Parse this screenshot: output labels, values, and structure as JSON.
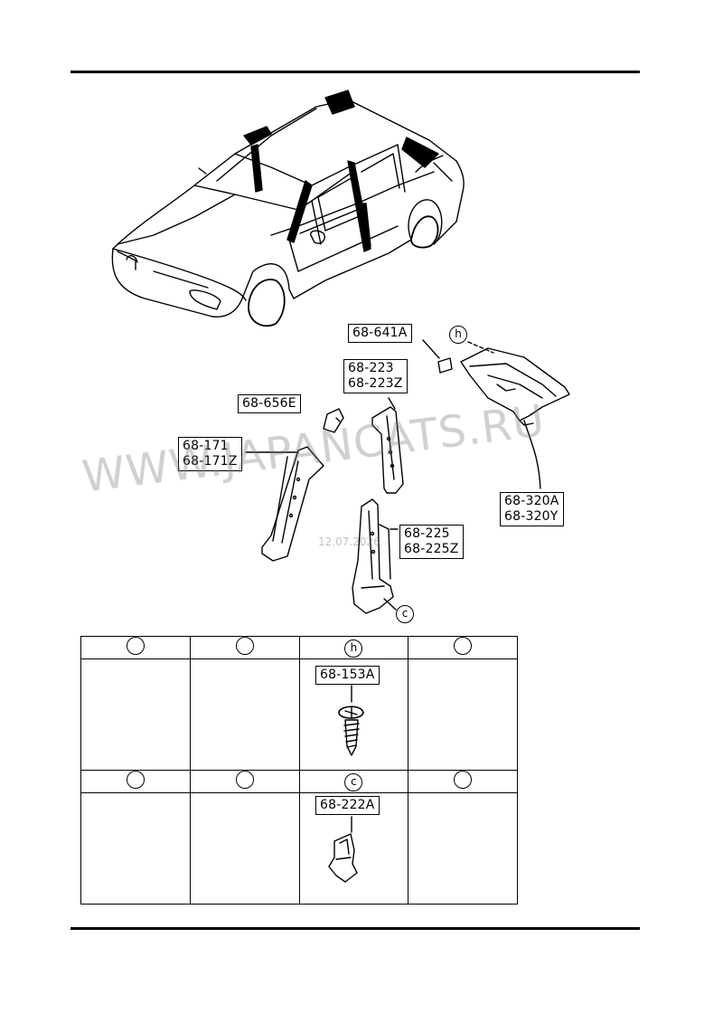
{
  "labels": {
    "p641": "68-641A",
    "p223a": "68-223",
    "p223b": "68-223Z",
    "p656": "68-656E",
    "p171a": "68-171",
    "p171b": "68-171Z",
    "p320a": "68-320A",
    "p320b": "68-320Y",
    "p225a": "68-225",
    "p225b": "68-225Z",
    "p153": "68-153A",
    "p222": "68-222A"
  },
  "callouts": {
    "h": "h",
    "c": "c"
  },
  "table": {
    "row1": [
      "",
      "",
      "h",
      ""
    ],
    "row2": [
      "",
      "",
      "c",
      ""
    ]
  },
  "watermark": "WWW.JAPANCATS.RU",
  "stamp": "12.07.2026"
}
